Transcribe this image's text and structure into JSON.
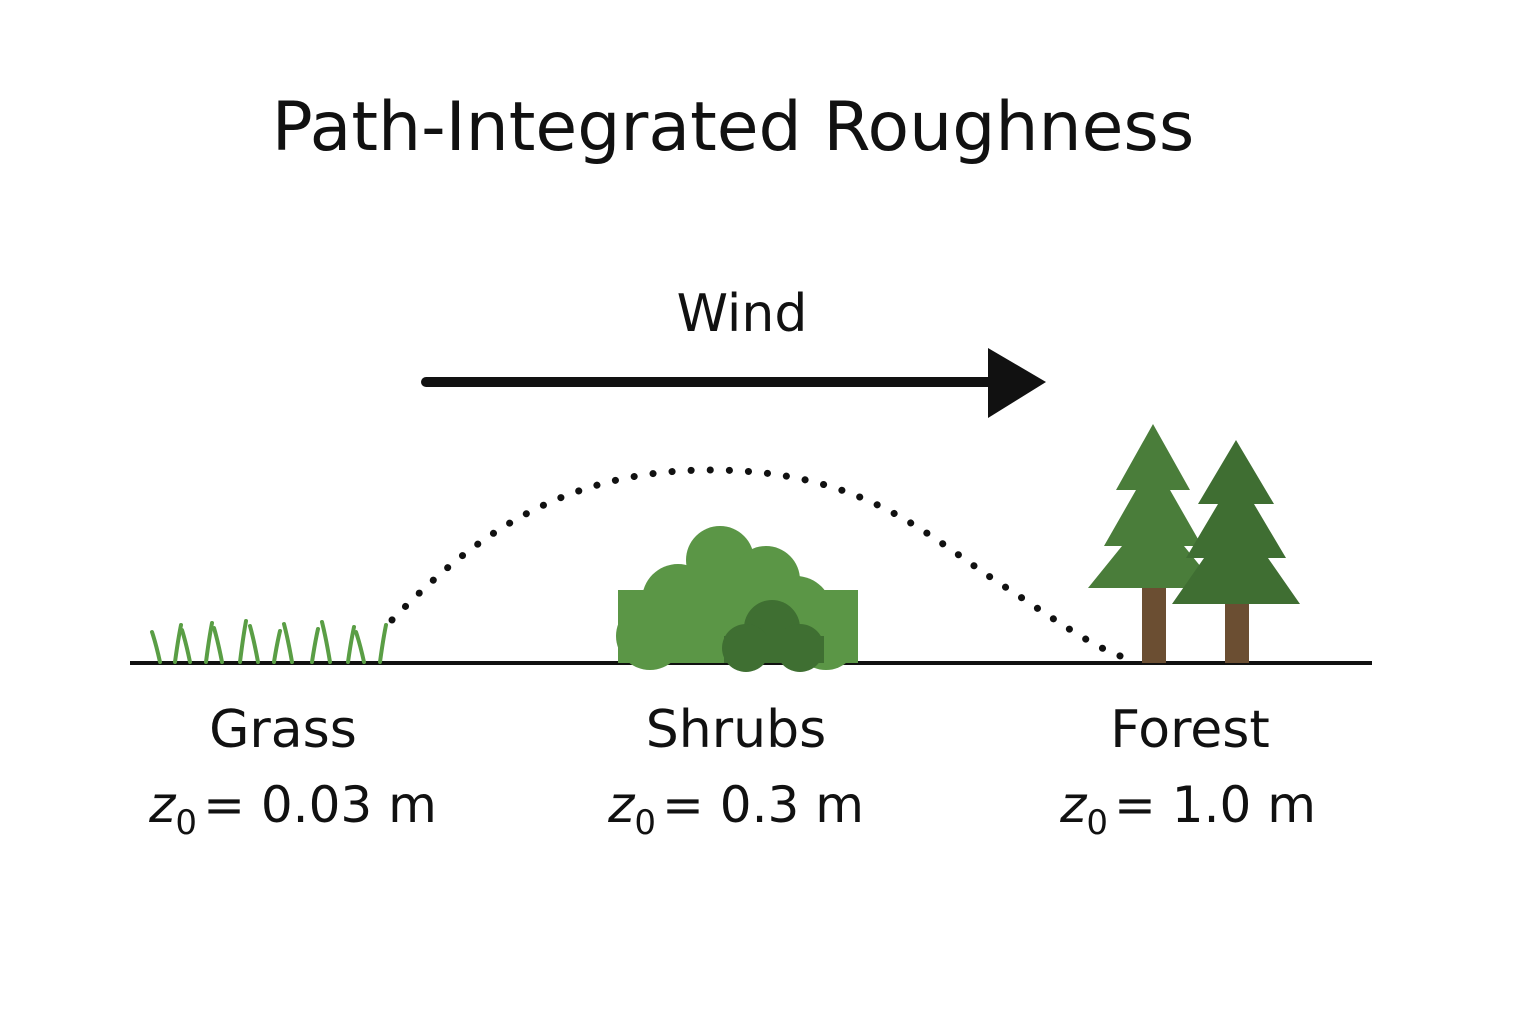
{
  "title": "Path-Integrated Roughness",
  "wind_label": "Wind",
  "colors": {
    "grass": "#5a9e45",
    "shrub_light": "#5b9646",
    "shrub_dark": "#3f6f32",
    "tree_light": "#4a7d3a",
    "tree_dark": "#3f6e32",
    "trunk": "#6b4e32",
    "ink": "#111111"
  },
  "zones": [
    {
      "name": "Grass",
      "symbol": "z",
      "subscript": "0",
      "equals": "=",
      "value": "0.03",
      "unit": "m"
    },
    {
      "name": "Shrubs",
      "symbol": "z",
      "subscript": "0",
      "equals": "=",
      "value": "0.3",
      "unit": "m"
    },
    {
      "name": "Forest",
      "symbol": "z",
      "subscript": "0",
      "equals": "=",
      "value": "1.0",
      "unit": "m"
    }
  ]
}
